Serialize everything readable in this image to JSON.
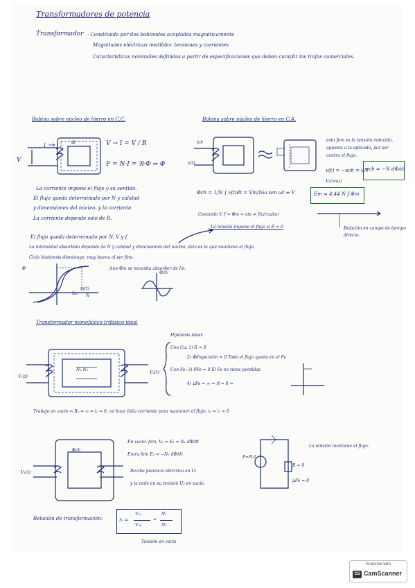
{
  "note": {
    "title": "Transformadores de potencia",
    "def_label": "Transformador",
    "def_lines": [
      "· Constituido por dos bobinados acoplados magnéticamente",
      "Magnitudes eléctricas medibles: tensiones y corrientes",
      "Características nominales definidas a partir de especificaciones que deben cumplir los trafos comerciales."
    ],
    "sec_cc": {
      "heading": "Bobina sobre núcleo de hierro en C.C.",
      "eq1": "V → I = V / R",
      "eq2": "F = N·I = ℜ·Φ ⇒ Φ",
      "notes": [
        "La corriente impone el flujo y su sentido.",
        "El flujo queda determinado por N y calidad",
        "y dimensiones del núcleo, y la corriente.",
        "La corriente depende solo de R."
      ]
    },
    "sec_ca": {
      "heading": "Bobina sobre núcleo de hierro en C.A.",
      "fem_note": [
        "esta fem es la tensión inducida,",
        "opuesta a la aplicada, por ser",
        "contra el flujo."
      ],
      "eq_v": "v(t) = −ech = eN",
      "eq_box1": "ech = −N dΦ/dt",
      "eq_vmax": "V₁(max)",
      "eq_phi": "Φch = 1/N ∫ v(t)dt = Vm/Nω sen ωt ⇒ V",
      "eq_box2": "Em = 4,44 N f Φm",
      "known": "Conocido V, f ⇒ Φm = cte ≠ f(circuito)",
      "known2": "La tensión impone el flujo si R = 0",
      "side_note": [
        "Relación en campo de tiempo",
        "directo."
      ]
    },
    "flux": {
      "lines": [
        "El flujo queda determinado por N, V y f.",
        "La intensidad absorbida depende de N y calidad y dimensiones del núcleo, ésta es la que mantiene el flujo.",
        "Ciclo histéresis disminuye, muy buena al ser fino."
      ],
      "graph_note": "Aun Φm se necesita absorber de Im.",
      "axis_phi": "Φ",
      "axis_n": "ni(t)",
      "axis_nn": "N",
      "lbl_im": "Im",
      "lbl_phi": "Φch"
    },
    "ideal": {
      "heading": "Transformador monofásico trifásico ideal",
      "hyp_title": "Hipótesis ideal:",
      "hyp": [
        "Con Cu: 1) R = 0",
        "2) Φdispersión = 0  Todo el flujo queda en el Fe",
        "Con Fe: 3) PFe = 0  El Fe no tiene pérdidas",
        "4) μFe = ∞ ⇒ ℜ = 0  ⇒"
      ]
    },
    "vacio": {
      "line": "Trabajo en vacío ⇒ R₂ = ∞ ⇒ i₂ = 0, no hace falta corriente para mantener el flujo: i₀ = i₁ = 0",
      "fem1": "En vacío: fem, V₁ = E₁ = N₁ dΦ/dt",
      "fem2": "Entra fem E₂ = −N₂ dΦ/dt",
      "recv1": "Recibe potencia eléctrica en U₁",
      "recv2": "y la cede en su tensión U₂ en vacío.",
      "mantiene": "La tensión mantiene el flujo.",
      "r0": "R = 0",
      "mu": "μFe = 0"
    },
    "ratio": {
      "label": "Relación de transformación:",
      "rt": "rₜ =",
      "v1": "V₁₀",
      "v2": "V₂₀",
      "n1": "N₁",
      "n2": "N₂",
      "footnote": "Tensión en vacío"
    }
  },
  "scanner": {
    "caption": "Scanned with",
    "brand": "CamScanner",
    "logo": "CS"
  },
  "colors": {
    "ink": "#1b2a73",
    "box_green": "#1c6a2d",
    "paper": "#fbfbf9"
  }
}
